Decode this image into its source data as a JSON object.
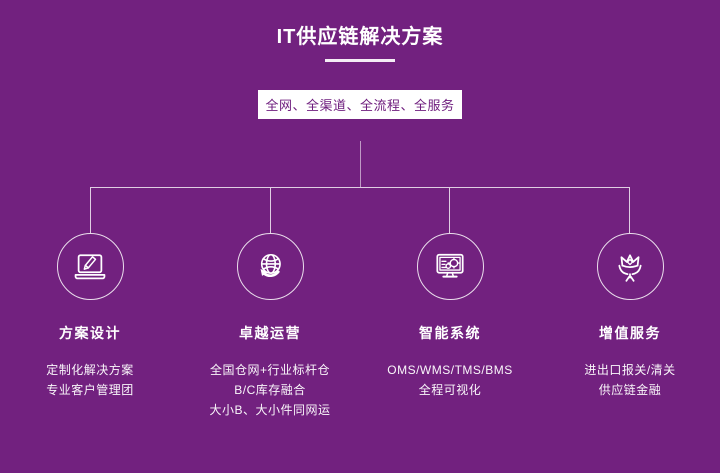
{
  "colors": {
    "background": "#72217f",
    "banner_background": "#ffffff",
    "banner_text": "#6d1b7c",
    "text": "#ffffff"
  },
  "header": {
    "title": "IT供应链解决方案",
    "banner": "全网、全渠道、全流程、全服务"
  },
  "columns": [
    {
      "icon": "laptop-pencil-icon",
      "title": "方案设计",
      "lines": [
        "定制化解决方案",
        "专业客户管理团"
      ]
    },
    {
      "icon": "globe-sync-icon",
      "title": "卓越运营",
      "lines": [
        "全国仓网+行业标杆仓",
        "B/C库存融合",
        "大小B、大小件同网运"
      ]
    },
    {
      "icon": "monitor-gears-icon",
      "title": "智能系统",
      "lines": [
        "OMS/WMS/TMS/BMS",
        "全程可视化"
      ]
    },
    {
      "icon": "flower-hand-icon",
      "title": "增值服务",
      "lines": [
        "进出口报关/清关",
        "供应链金融"
      ]
    }
  ]
}
